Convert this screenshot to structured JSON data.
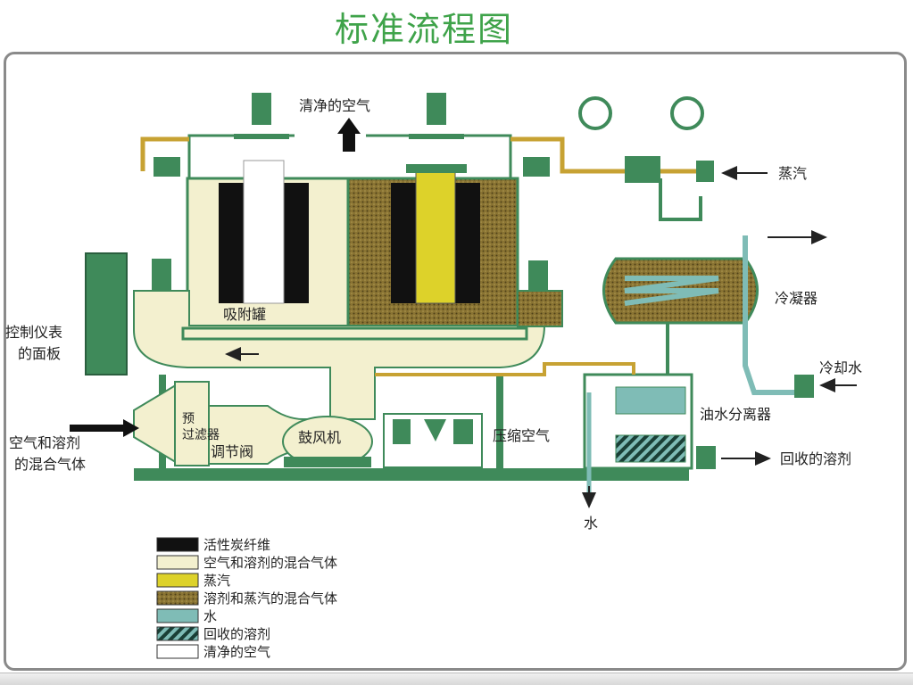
{
  "title": "标准流程图",
  "labels": {
    "clean_air_top": "清净的空气",
    "steam_in": "蒸汽",
    "condenser": "冷凝器",
    "cooling_water": "冷却水",
    "adsorber": "吸附罐",
    "control_panel_1": "控制仪表",
    "control_panel_2": "的面板",
    "mix_gas_1": "空气和溶剂",
    "mix_gas_2": "的混合气体",
    "preheater_1": "预",
    "preheater_2": "过滤器",
    "valve": "调节阀",
    "blower": "鼓风机",
    "compressed_air": "压缩空气",
    "separator": "油水分离器",
    "recovered_solvent": "回收的溶剂",
    "water_out": "水"
  },
  "legend": [
    {
      "label": "活性炭纤维",
      "swatch": "black"
    },
    {
      "label": "空气和溶剂的混合气体",
      "swatch": "cream"
    },
    {
      "label": "蒸汽",
      "swatch": "yellow"
    },
    {
      "label": "溶剂和蒸汽的混合气体",
      "swatch": "brown"
    },
    {
      "label": "水",
      "swatch": "teal"
    },
    {
      "label": "回收的溶剂",
      "swatch": "hatch"
    },
    {
      "label": "清净的空气",
      "swatch": "white"
    }
  ],
  "colors": {
    "green": "#3f8a5a",
    "cream": "#f3f0cf",
    "yellow": "#ddd22a",
    "brown": "#8a7433",
    "teal": "#7fbcb6",
    "title": "#3fa34a"
  }
}
